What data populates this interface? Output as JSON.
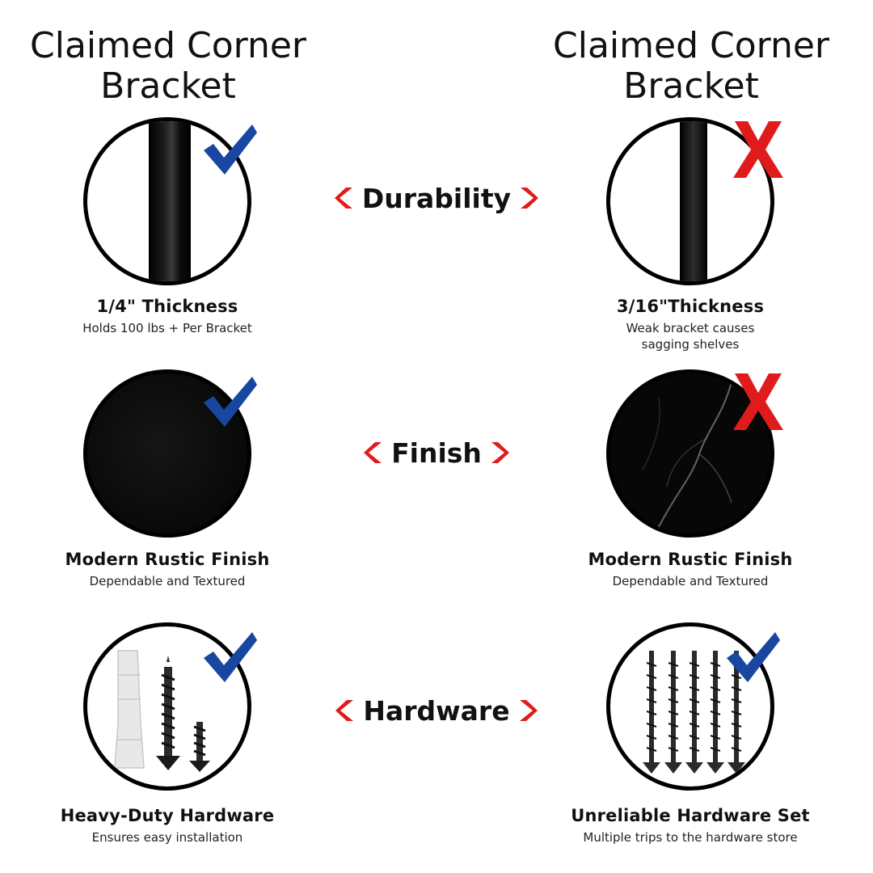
{
  "header": {
    "left_title": "Claimed Corner\nBracket",
    "right_title": "Claimed Corner\nBracket"
  },
  "rows": [
    {
      "category": "Durability",
      "left": {
        "title": "1/4\" Thickness",
        "subtitle": "Holds 100 lbs + Per Bracket",
        "mark": "check-icon"
      },
      "right": {
        "title": "3/16\"Thickness",
        "subtitle": "Weak bracket causes\nsagging shelves",
        "mark": "x-icon"
      }
    },
    {
      "category": "Finish",
      "left": {
        "title": "Modern Rustic Finish",
        "subtitle": "Dependable and Textured",
        "mark": "check-icon"
      },
      "right": {
        "title": "Modern Rustic Finish",
        "subtitle": "Dependable and Textured",
        "mark": "x-icon"
      }
    },
    {
      "category": "Hardware",
      "left": {
        "title": "Heavy-Duty Hardware",
        "subtitle": "Ensures easy installation",
        "mark": "check-icon"
      },
      "right": {
        "title": "Unreliable Hardware Set",
        "subtitle": "Multiple trips to the hardware store",
        "mark": "check-icon"
      }
    }
  ],
  "colors": {
    "check": "#1846a0",
    "cross": "#e01b1b",
    "chevron": "#e01b1b",
    "ink": "#111111"
  }
}
